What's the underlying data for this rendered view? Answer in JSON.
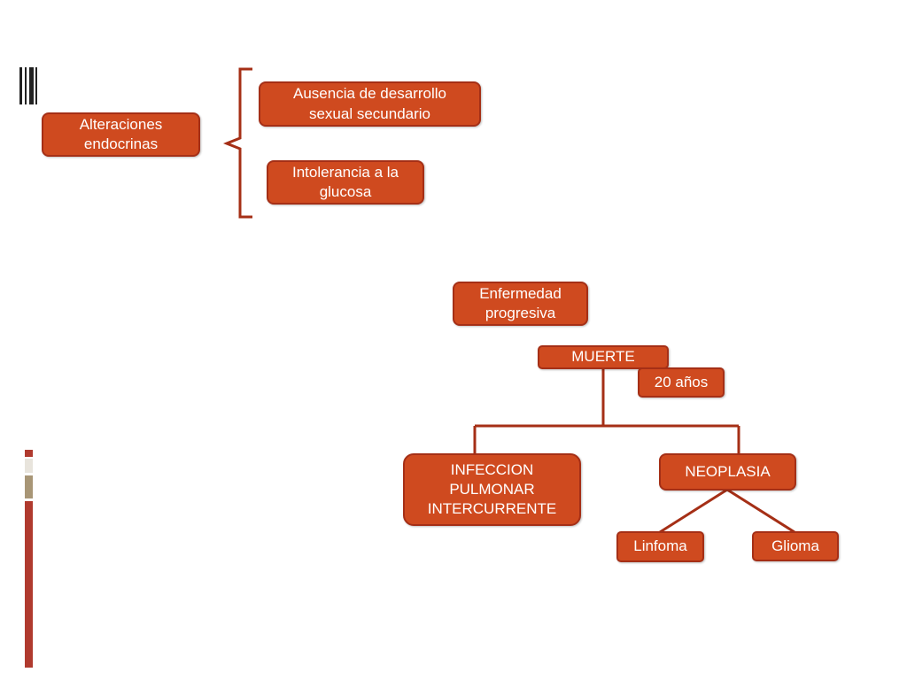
{
  "diagram": {
    "top": {
      "root": "Alteraciones\nendocrinas",
      "items": [
        "Ausencia de desarrollo\nsexual secundario",
        "Intolerancia a la\nglucosa"
      ]
    },
    "bottom": {
      "header": "Enfermedad\nprogresiva",
      "death": "MUERTE",
      "age": "20 años",
      "branches": [
        "INFECCION\nPULMONAR\nINTERCURRENTE",
        "NEOPLASIA"
      ],
      "neoplasia_types": [
        "Linfoma",
        "Glioma"
      ]
    }
  },
  "colors": {
    "node_fill": "#cf4a1f",
    "node_border": "#a52f16",
    "connector": "#a52f16",
    "accent_strip": [
      "#b03a2e",
      "#e8e4dc",
      "#a89676"
    ]
  }
}
